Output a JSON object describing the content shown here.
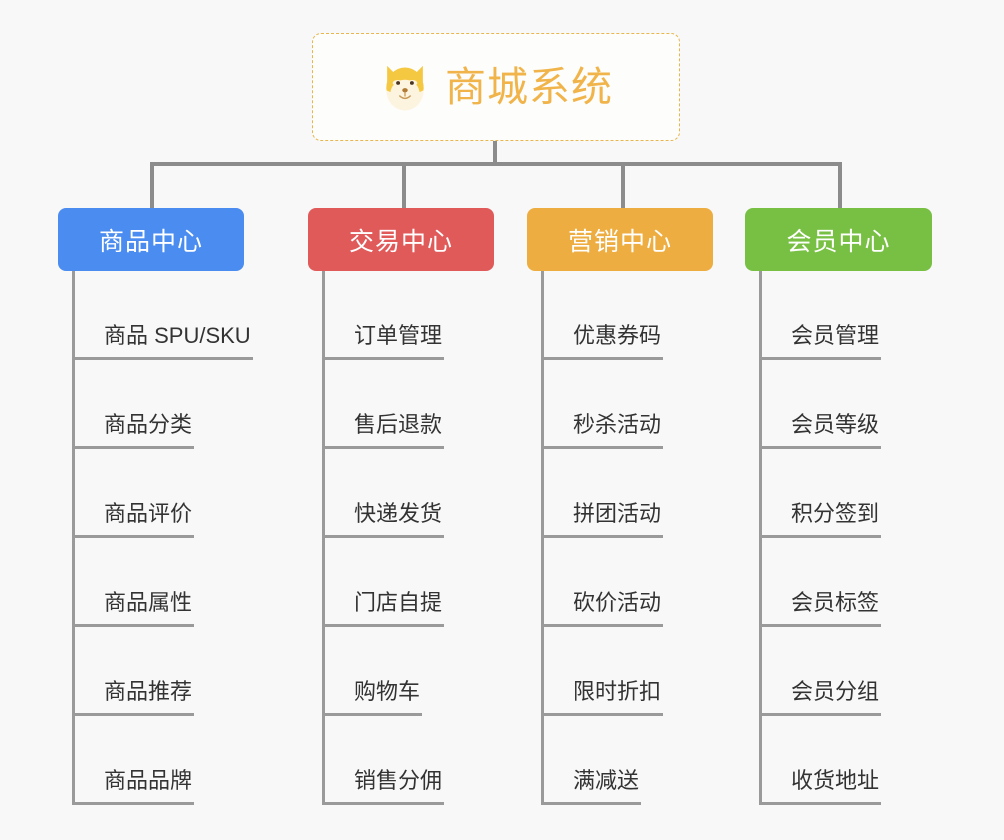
{
  "background_color": "#f8f8f8",
  "root": {
    "title": "商城系统",
    "icon": "shiba-dog-face-icon",
    "text_color": "#f0b44a",
    "border_color": "#e8b64c"
  },
  "connector_color": "#8c8c8c",
  "leaf_line_color": "#9a9a9a",
  "branches": [
    {
      "label": "商品中心",
      "color": "#4a8cf0",
      "leaves": [
        "商品 SPU/SKU",
        "商品分类",
        "商品评价",
        "商品属性",
        "商品推荐",
        "商品品牌"
      ]
    },
    {
      "label": "交易中心",
      "color": "#e15a5a",
      "leaves": [
        "订单管理",
        "售后退款",
        "快递发货",
        "门店自提",
        "购物车",
        "销售分佣"
      ]
    },
    {
      "label": "营销中心",
      "color": "#eead41",
      "leaves": [
        "优惠券码",
        "秒杀活动",
        "拼团活动",
        "砍价活动",
        "限时折扣",
        "满减送"
      ]
    },
    {
      "label": "会员中心",
      "color": "#78c043",
      "leaves": [
        "会员管理",
        "会员等级",
        "积分签到",
        "会员标签",
        "会员分组",
        "收货地址"
      ]
    }
  ],
  "layout": {
    "branch_positions": [
      58,
      308,
      527,
      745
    ],
    "branch_widths": [
      186,
      186,
      186,
      187
    ],
    "drop_positions": [
      150,
      402,
      621,
      838
    ]
  }
}
